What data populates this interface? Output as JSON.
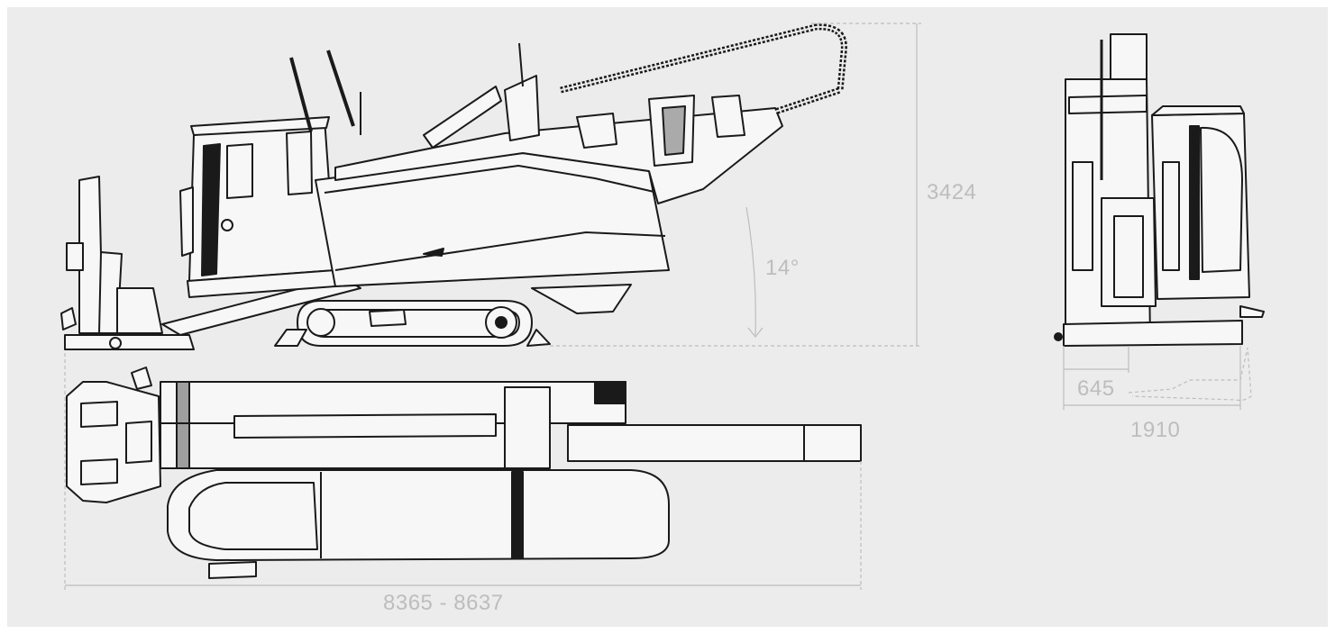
{
  "dimensions": {
    "height": "3424",
    "angle": "14°",
    "width": "1910",
    "offset": "645",
    "length": "8365 - 8637"
  },
  "colors": {
    "background": "#ececec",
    "line": "#1a1a1a",
    "dimension": "#bdbdbd",
    "panel_fill": "#f7f7f7"
  }
}
